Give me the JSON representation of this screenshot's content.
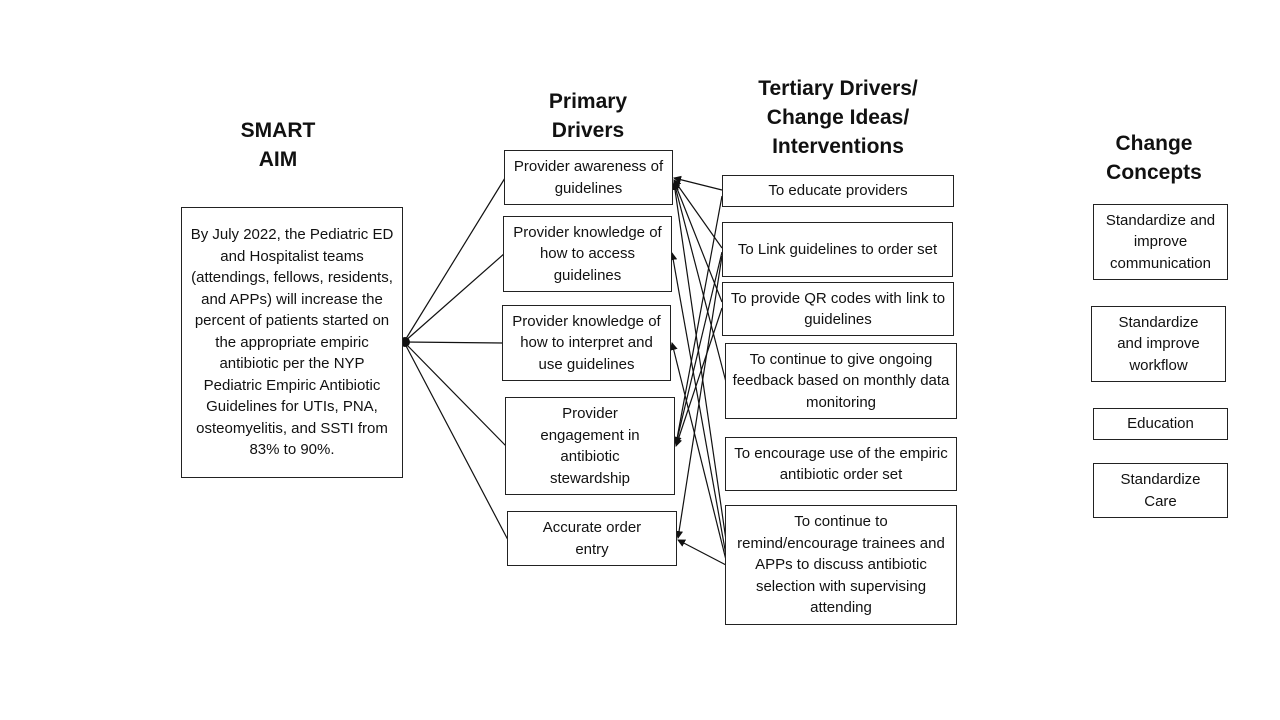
{
  "headings": {
    "aim": "SMART\nAIM",
    "primary": "Primary\nDrivers",
    "tertiary": "Tertiary Drivers/\nChange Ideas/\nInterventions",
    "concepts": "Change\nConcepts"
  },
  "aim_text": "By July 2022, the Pediatric ED and Hospitalist teams (attendings, fellows, residents, and APPs) will increase the percent of patients started on the appropriate empiric antibiotic per the NYP Pediatric Empiric Antibiotic Guidelines for UTIs, PNA, osteomyelitis, and SSTI from 83% to 90%.",
  "primary_drivers": [
    "Provider awareness of guidelines",
    "Provider knowledge of how to access guidelines",
    "Provider knowledge of how to interpret and use guidelines",
    "Provider engagement in antibiotic stewardship",
    "Accurate order entry"
  ],
  "tertiary_drivers": [
    "To educate providers",
    "To Link guidelines  to order set",
    "To provide QR codes with link to guidelines",
    "To continue to give ongoing feedback based on monthly data monitoring",
    "To encourage use of the empiric antibiotic order set",
    "To continue to remind/encourage trainees and APPs to discuss antibiotic selection with supervising  attending"
  ],
  "change_concepts": [
    "Standardize and improve communication",
    "Standardize and improve workflow",
    "Education",
    "Standardize Care"
  ]
}
